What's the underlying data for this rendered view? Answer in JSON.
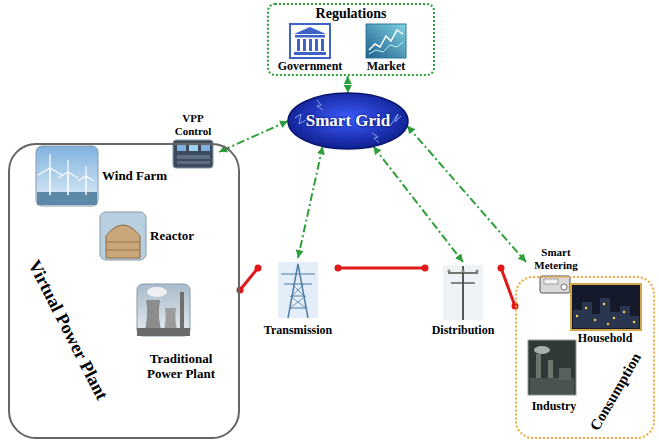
{
  "diagram": {
    "nodes": [
      {
        "text": [
          "Regulations"
        ]
      },
      {
        "text": [
          "Government"
        ],
        "in": 0
      },
      {
        "text": [
          "Market"
        ],
        "in": 0
      },
      {
        "text": [
          "Smart Grid"
        ]
      },
      {
        "text": [
          "Virtual Power Plant"
        ]
      },
      {
        "text": [
          "VPP Control"
        ]
      },
      {
        "text": [
          "Wind Farm"
        ],
        "in": 4
      },
      {
        "text": [
          "Reactor"
        ],
        "in": 4
      },
      {
        "text": [
          "Traditional Power Plant"
        ],
        "in": 4
      },
      {
        "text": [
          "Transmission"
        ]
      },
      {
        "text": [
          "Distribution"
        ]
      },
      {
        "text": [
          "Consumption"
        ]
      },
      {
        "text": [
          "Smart Metering"
        ]
      },
      {
        "text": [
          "Household"
        ],
        "in": 11
      },
      {
        "text": [
          "Industry"
        ],
        "in": 11
      }
    ],
    "edges": [
      {
        "from": 0,
        "to": 3,
        "arrow": "both"
      },
      {
        "from": 3,
        "to": 5,
        "arrow": "both"
      },
      {
        "from": 3,
        "to": 9,
        "arrow": "both"
      },
      {
        "from": 3,
        "to": 10,
        "arrow": "both"
      },
      {
        "from": 3,
        "to": 12,
        "arrow": "both"
      },
      {
        "from": 4,
        "to": 9,
        "arrow": "none"
      },
      {
        "from": 9,
        "to": 10,
        "arrow": "none"
      },
      {
        "from": 10,
        "to": 11,
        "arrow": "none"
      }
    ]
  }
}
